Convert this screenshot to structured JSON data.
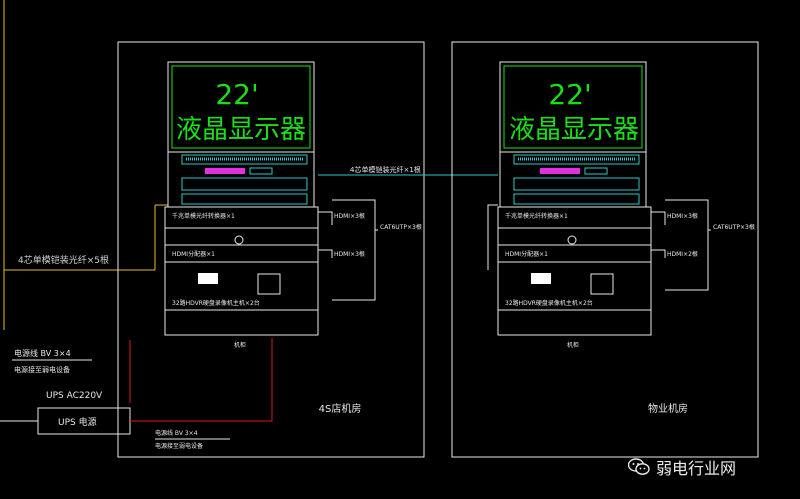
{
  "left_room": {
    "monitor_size": "22'",
    "monitor_label": "液晶显示器",
    "fiber_transceiver": "千兆单模光纤转换器×1",
    "hdmi_splitter": "HDMI分配器×1",
    "matrix_label": "32路HDVR硬盘录像机主机×2台",
    "cabinet_label": "机柜",
    "room_label": "4S店机房"
  },
  "right_room": {
    "monitor_size": "22'",
    "monitor_label": "液晶显示器",
    "fiber_transceiver": "千兆单模光纤转换器×1",
    "hdmi_splitter": "HDMI分配器×1",
    "matrix_label": "32路HDVR硬盘录像机主机×2台",
    "cabinet_label": "机柜",
    "room_label": "物业机房"
  },
  "links": {
    "fiber_between": "4芯单模铠装光纤×1根",
    "fiber_left": "4芯单模铠装光纤×5根",
    "hdmi_left_top": "HDMI×3根",
    "hdmi_left_bottom": "HDMI×3根",
    "cat6_left": "CAT6UTP×3根",
    "hdmi_right_top": "HDMI×3根",
    "hdmi_right_bottom": "HDMI×2根",
    "cat6_right": "CAT6UTP×3根"
  },
  "power": {
    "cable_top": "电源线 BV 3×4",
    "cable_top_note": "电源接至弱电设备",
    "ups_spec": "UPS AC220V",
    "ups_box": "UPS 电源",
    "cable_bottom": "电源线 BV 3×4",
    "cable_bottom_note": "电源接至弱电设备"
  },
  "watermark": {
    "text": "弱电行业网",
    "icon": "wechat-icon"
  },
  "colors": {
    "background": "#000000",
    "frame": "#ffffff",
    "monitor": "#18e018",
    "cyan_line": "#2fc8c8",
    "yellow_line": "#e0c020",
    "red_line": "#e01818",
    "magenta": "#e030e0"
  }
}
